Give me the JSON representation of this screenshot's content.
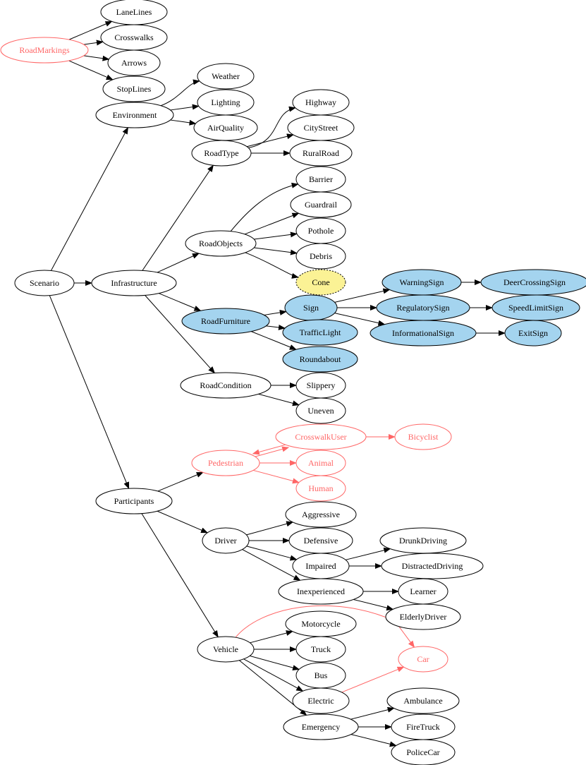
{
  "colors": {
    "default_stroke": "#000000",
    "default_fill": "#ffffff",
    "red": "#ff6666",
    "blue_fill": "#a4d4ef",
    "yellow_fill": "#fbf295"
  },
  "nodes": [
    {
      "id": "RoadMarkings",
      "label": "RoadMarkings",
      "style": "red"
    },
    {
      "id": "LaneLines",
      "label": "LaneLines",
      "style": "default"
    },
    {
      "id": "Crosswalks",
      "label": "Crosswalks",
      "style": "default"
    },
    {
      "id": "Arrows",
      "label": "Arrows",
      "style": "default"
    },
    {
      "id": "StopLines",
      "label": "StopLines",
      "style": "default"
    },
    {
      "id": "Weather",
      "label": "Weather",
      "style": "default"
    },
    {
      "id": "Lighting",
      "label": "Lighting",
      "style": "default"
    },
    {
      "id": "Environment",
      "label": "Environment",
      "style": "default"
    },
    {
      "id": "AirQuality",
      "label": "AirQuality",
      "style": "default"
    },
    {
      "id": "Highway",
      "label": "Highway",
      "style": "default"
    },
    {
      "id": "CityStreet",
      "label": "CityStreet",
      "style": "default"
    },
    {
      "id": "RoadType",
      "label": "RoadType",
      "style": "default"
    },
    {
      "id": "RuralRoad",
      "label": "RuralRoad",
      "style": "default"
    },
    {
      "id": "Barrier",
      "label": "Barrier",
      "style": "default"
    },
    {
      "id": "Guardrail",
      "label": "Guardrail",
      "style": "default"
    },
    {
      "id": "Pothole",
      "label": "Pothole",
      "style": "default"
    },
    {
      "id": "RoadObjects",
      "label": "RoadObjects",
      "style": "default"
    },
    {
      "id": "Debris",
      "label": "Debris",
      "style": "default"
    },
    {
      "id": "Cone",
      "label": "Cone",
      "style": "yellow"
    },
    {
      "id": "Scenario",
      "label": "Scenario",
      "style": "default"
    },
    {
      "id": "Infrastructure",
      "label": "Infrastructure",
      "style": "default"
    },
    {
      "id": "WarningSign",
      "label": "WarningSign",
      "style": "blue"
    },
    {
      "id": "DeerCrossingSign",
      "label": "DeerCrossingSign",
      "style": "blue"
    },
    {
      "id": "Sign",
      "label": "Sign",
      "style": "blue"
    },
    {
      "id": "RegulatorySign",
      "label": "RegulatorySign",
      "style": "blue"
    },
    {
      "id": "SpeedLimitSign",
      "label": "SpeedLimitSign",
      "style": "blue"
    },
    {
      "id": "RoadFurniture",
      "label": "RoadFurniture",
      "style": "blue"
    },
    {
      "id": "TrafficLight",
      "label": "TrafficLight",
      "style": "blue"
    },
    {
      "id": "InformationalSign",
      "label": "InformationalSign",
      "style": "blue"
    },
    {
      "id": "ExitSign",
      "label": "ExitSign",
      "style": "blue"
    },
    {
      "id": "Roundabout",
      "label": "Roundabout",
      "style": "blue"
    },
    {
      "id": "RoadCondition",
      "label": "RoadCondition",
      "style": "default"
    },
    {
      "id": "Slippery",
      "label": "Slippery",
      "style": "default"
    },
    {
      "id": "Uneven",
      "label": "Uneven",
      "style": "default"
    },
    {
      "id": "CrosswalkUser",
      "label": "CrosswalkUser",
      "style": "red"
    },
    {
      "id": "Bicyclist",
      "label": "Bicyclist",
      "style": "red"
    },
    {
      "id": "Pedestrian",
      "label": "Pedestrian",
      "style": "red"
    },
    {
      "id": "Animal",
      "label": "Animal",
      "style": "red"
    },
    {
      "id": "Human",
      "label": "Human",
      "style": "red"
    },
    {
      "id": "Participants",
      "label": "Participants",
      "style": "default"
    },
    {
      "id": "Aggressive",
      "label": "Aggressive",
      "style": "default"
    },
    {
      "id": "Driver",
      "label": "Driver",
      "style": "default"
    },
    {
      "id": "Defensive",
      "label": "Defensive",
      "style": "default"
    },
    {
      "id": "DrunkDriving",
      "label": "DrunkDriving",
      "style": "default"
    },
    {
      "id": "Impaired",
      "label": "Impaired",
      "style": "default"
    },
    {
      "id": "DistractedDriving",
      "label": "DistractedDriving",
      "style": "default"
    },
    {
      "id": "Inexperienced",
      "label": "Inexperienced",
      "style": "default"
    },
    {
      "id": "Learner",
      "label": "Learner",
      "style": "default"
    },
    {
      "id": "ElderlyDriver",
      "label": "ElderlyDriver",
      "style": "default"
    },
    {
      "id": "Motorcycle",
      "label": "Motorcycle",
      "style": "default"
    },
    {
      "id": "Vehicle",
      "label": "Vehicle",
      "style": "default"
    },
    {
      "id": "Truck",
      "label": "Truck",
      "style": "default"
    },
    {
      "id": "Car",
      "label": "Car",
      "style": "red"
    },
    {
      "id": "Bus",
      "label": "Bus",
      "style": "default"
    },
    {
      "id": "Electric",
      "label": "Electric",
      "style": "default"
    },
    {
      "id": "Ambulance",
      "label": "Ambulance",
      "style": "default"
    },
    {
      "id": "Emergency",
      "label": "Emergency",
      "style": "default"
    },
    {
      "id": "FireTruck",
      "label": "FireTruck",
      "style": "default"
    },
    {
      "id": "PoliceCar",
      "label": "PoliceCar",
      "style": "default"
    }
  ],
  "edges": [
    {
      "from": "RoadMarkings",
      "to": "LaneLines",
      "style": "default"
    },
    {
      "from": "RoadMarkings",
      "to": "Crosswalks",
      "style": "default"
    },
    {
      "from": "RoadMarkings",
      "to": "Arrows",
      "style": "default"
    },
    {
      "from": "RoadMarkings",
      "to": "StopLines",
      "style": "default"
    },
    {
      "from": "Environment",
      "to": "Weather",
      "style": "default"
    },
    {
      "from": "Environment",
      "to": "Lighting",
      "style": "default"
    },
    {
      "from": "Environment",
      "to": "AirQuality",
      "style": "default"
    },
    {
      "from": "RoadType",
      "to": "Highway",
      "style": "default"
    },
    {
      "from": "RoadType",
      "to": "CityStreet",
      "style": "default"
    },
    {
      "from": "RoadType",
      "to": "RuralRoad",
      "style": "default"
    },
    {
      "from": "RoadObjects",
      "to": "Barrier",
      "style": "default"
    },
    {
      "from": "RoadObjects",
      "to": "Guardrail",
      "style": "default"
    },
    {
      "from": "RoadObjects",
      "to": "Pothole",
      "style": "default"
    },
    {
      "from": "RoadObjects",
      "to": "Debris",
      "style": "default"
    },
    {
      "from": "RoadObjects",
      "to": "Cone",
      "style": "default"
    },
    {
      "from": "Scenario",
      "to": "Environment",
      "style": "default"
    },
    {
      "from": "Scenario",
      "to": "Infrastructure",
      "style": "default"
    },
    {
      "from": "Scenario",
      "to": "Participants",
      "style": "default"
    },
    {
      "from": "Infrastructure",
      "to": "RoadType",
      "style": "default"
    },
    {
      "from": "Infrastructure",
      "to": "RoadObjects",
      "style": "default"
    },
    {
      "from": "Infrastructure",
      "to": "RoadFurniture",
      "style": "default"
    },
    {
      "from": "Infrastructure",
      "to": "RoadCondition",
      "style": "default"
    },
    {
      "from": "RoadFurniture",
      "to": "Sign",
      "style": "default"
    },
    {
      "from": "RoadFurniture",
      "to": "TrafficLight",
      "style": "default"
    },
    {
      "from": "RoadFurniture",
      "to": "Roundabout",
      "style": "default"
    },
    {
      "from": "Sign",
      "to": "WarningSign",
      "style": "default"
    },
    {
      "from": "Sign",
      "to": "RegulatorySign",
      "style": "default"
    },
    {
      "from": "Sign",
      "to": "InformationalSign",
      "style": "default"
    },
    {
      "from": "WarningSign",
      "to": "DeerCrossingSign",
      "style": "default"
    },
    {
      "from": "RegulatorySign",
      "to": "SpeedLimitSign",
      "style": "default"
    },
    {
      "from": "InformationalSign",
      "to": "ExitSign",
      "style": "default"
    },
    {
      "from": "RoadCondition",
      "to": "Slippery",
      "style": "default"
    },
    {
      "from": "RoadCondition",
      "to": "Uneven",
      "style": "default"
    },
    {
      "from": "Participants",
      "to": "Pedestrian",
      "style": "default"
    },
    {
      "from": "Participants",
      "to": "Driver",
      "style": "default"
    },
    {
      "from": "Participants",
      "to": "Vehicle",
      "style": "default"
    },
    {
      "from": "Pedestrian",
      "to": "CrosswalkUser",
      "style": "red"
    },
    {
      "from": "CrosswalkUser",
      "to": "Pedestrian",
      "style": "red"
    },
    {
      "from": "CrosswalkUser",
      "to": "Bicyclist",
      "style": "red"
    },
    {
      "from": "Pedestrian",
      "to": "Animal",
      "style": "red"
    },
    {
      "from": "Pedestrian",
      "to": "Human",
      "style": "red"
    },
    {
      "from": "Driver",
      "to": "Aggressive",
      "style": "default"
    },
    {
      "from": "Driver",
      "to": "Defensive",
      "style": "default"
    },
    {
      "from": "Driver",
      "to": "Impaired",
      "style": "default"
    },
    {
      "from": "Driver",
      "to": "Inexperienced",
      "style": "default"
    },
    {
      "from": "Impaired",
      "to": "DrunkDriving",
      "style": "default"
    },
    {
      "from": "Impaired",
      "to": "DistractedDriving",
      "style": "default"
    },
    {
      "from": "Inexperienced",
      "to": "Learner",
      "style": "default"
    },
    {
      "from": "Inexperienced",
      "to": "ElderlyDriver",
      "style": "default"
    },
    {
      "from": "Vehicle",
      "to": "Motorcycle",
      "style": "default"
    },
    {
      "from": "Vehicle",
      "to": "Truck",
      "style": "default"
    },
    {
      "from": "Vehicle",
      "to": "Bus",
      "style": "default"
    },
    {
      "from": "Vehicle",
      "to": "Electric",
      "style": "default"
    },
    {
      "from": "Vehicle",
      "to": "Emergency",
      "style": "default"
    },
    {
      "from": "Vehicle",
      "to": "Car",
      "style": "red"
    },
    {
      "from": "Electric",
      "to": "Car",
      "style": "red"
    },
    {
      "from": "Emergency",
      "to": "Ambulance",
      "style": "default"
    },
    {
      "from": "Emergency",
      "to": "FireTruck",
      "style": "default"
    },
    {
      "from": "Emergency",
      "to": "PoliceCar",
      "style": "default"
    }
  ]
}
